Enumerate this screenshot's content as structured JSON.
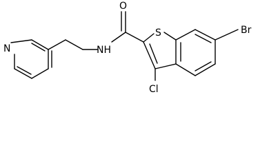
{
  "diagram": {
    "type": "chemical-structure",
    "atom_labels": {
      "oxygen": "O",
      "sulfur": "S",
      "amide_nitrogen": "NH",
      "pyridine_nitrogen": "N",
      "chlorine": "Cl",
      "bromine": "Br"
    }
  }
}
